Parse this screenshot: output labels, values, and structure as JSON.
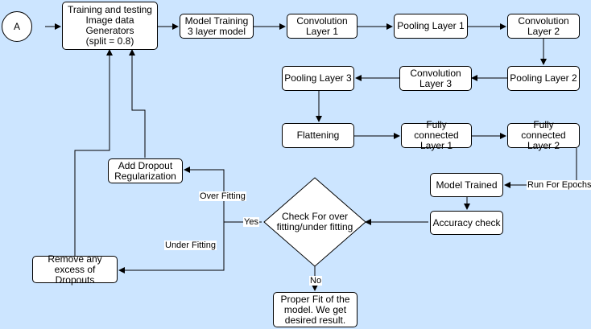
{
  "nodes": {
    "start_connector": "A",
    "data_generators": "Training and testing\nImage data\nGenerators\n(split = 0.8)",
    "model_training": "Model Training\n3 layer model",
    "conv1": "Convolution\nLayer 1",
    "pool1": "Pooling Layer 1",
    "conv2": "Convolution\nLayer 2",
    "pool2": "Pooling Layer 2",
    "conv3": "Convolution\nLayer 3",
    "pool3": "Pooling Layer 3",
    "flatten": "Flattening",
    "fc1": "Fully connected\nLayer 1",
    "fc2": "Fully connected\nLayer 2",
    "model_trained": "Model Trained",
    "accuracy_check": "Accuracy check",
    "decision": "Check For over\nfitting/under fitting",
    "add_dropout": "Add Dropout\nRegularization",
    "remove_dropouts": "Remove any\nexcess of Dropouts",
    "proper_fit": "Proper Fit of the\nmodel. We get\ndesired result."
  },
  "edge_labels": {
    "run_epochs": "Run For Epochs",
    "yes": "Yes",
    "over_fitting": "Over Fitting",
    "under_fitting": "Under Fitting",
    "no": "No"
  }
}
